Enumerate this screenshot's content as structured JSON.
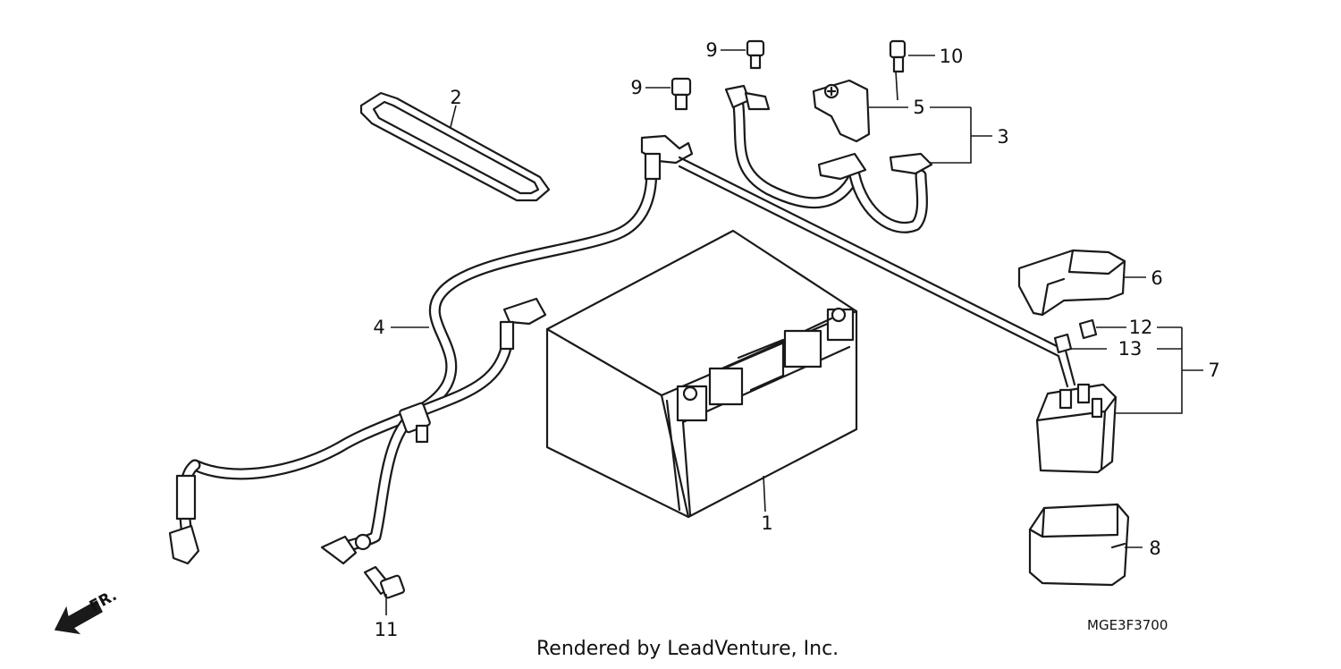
{
  "labels": {
    "l1": "1",
    "l2": "2",
    "l3": "3",
    "l4": "4",
    "l5": "5",
    "l6": "6",
    "l7": "7",
    "l8": "8",
    "l9a": "9",
    "l9b": "9",
    "l10": "10",
    "l11": "11",
    "l12": "12",
    "l13": "13"
  },
  "direction_marker": "FR.",
  "diagram_code": "MGE3F3700",
  "credit": "Rendered by LeadVenture, Inc."
}
